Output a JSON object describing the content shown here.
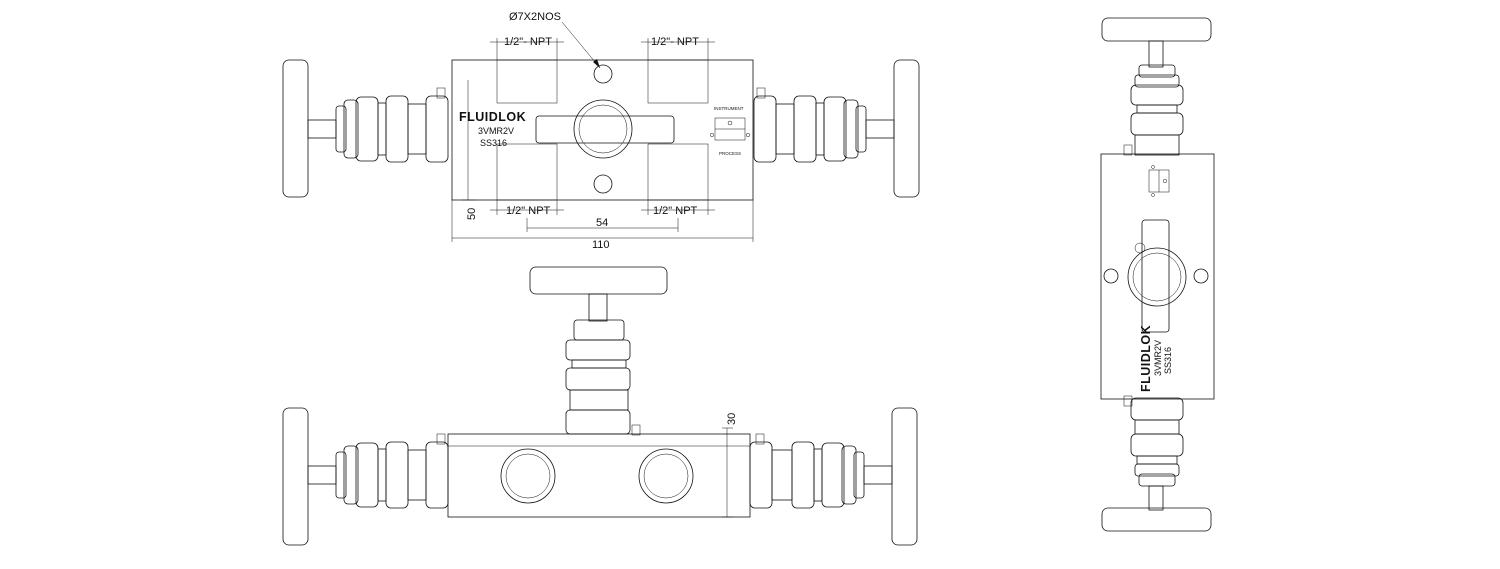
{
  "labels": {
    "hole_callout": "Ø7X2NOS",
    "port_top_left": "1/2\"- NPT",
    "port_top_right": "1/2\"- NPT",
    "port_bottom_left": "1/2\" NPT",
    "port_bottom_right": "1/2\" NPT",
    "dim_height": "50",
    "dim_center": "54",
    "dim_width": "110",
    "dim_depth": "30"
  },
  "marking": {
    "brand": "FLUIDLOK",
    "model": "3VMR2V",
    "material": "SS316",
    "instrument": "INSTRUMENT",
    "process": "PROCESS"
  },
  "colors": {
    "body_fill": "#f4f4f4",
    "bonnet_blue": "#1c34d4",
    "handle_green": "#44e03a",
    "handwheel": "#e9e9e9",
    "outline": "#111111"
  }
}
